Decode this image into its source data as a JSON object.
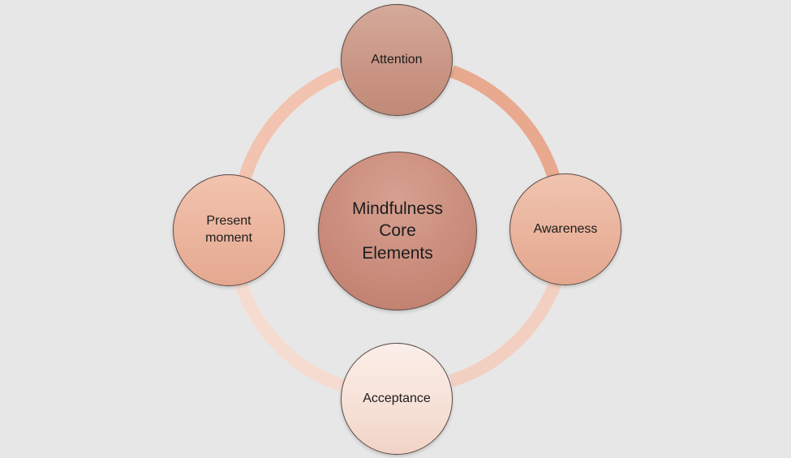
{
  "diagram": {
    "center": {
      "label": "Mindfulness\nCore\nElements",
      "color": "#c98a7a"
    },
    "nodes": [
      {
        "id": "attention",
        "label": "Attention",
        "color": "#c99483"
      },
      {
        "id": "awareness",
        "label": "Awareness",
        "color": "#e9b29b"
      },
      {
        "id": "acceptance",
        "label": "Acceptance",
        "color": "#f6e0d6"
      },
      {
        "id": "present_moment",
        "label": "Present\nmoment",
        "color": "#eab39c"
      }
    ],
    "ring": {
      "colors": {
        "top_right": "#e9a98f",
        "bottom_right": "#f3cfc1",
        "bottom_left": "#f6dcd0",
        "top_left": "#f2c3b0"
      }
    },
    "background_color": "#e7e7e7"
  }
}
